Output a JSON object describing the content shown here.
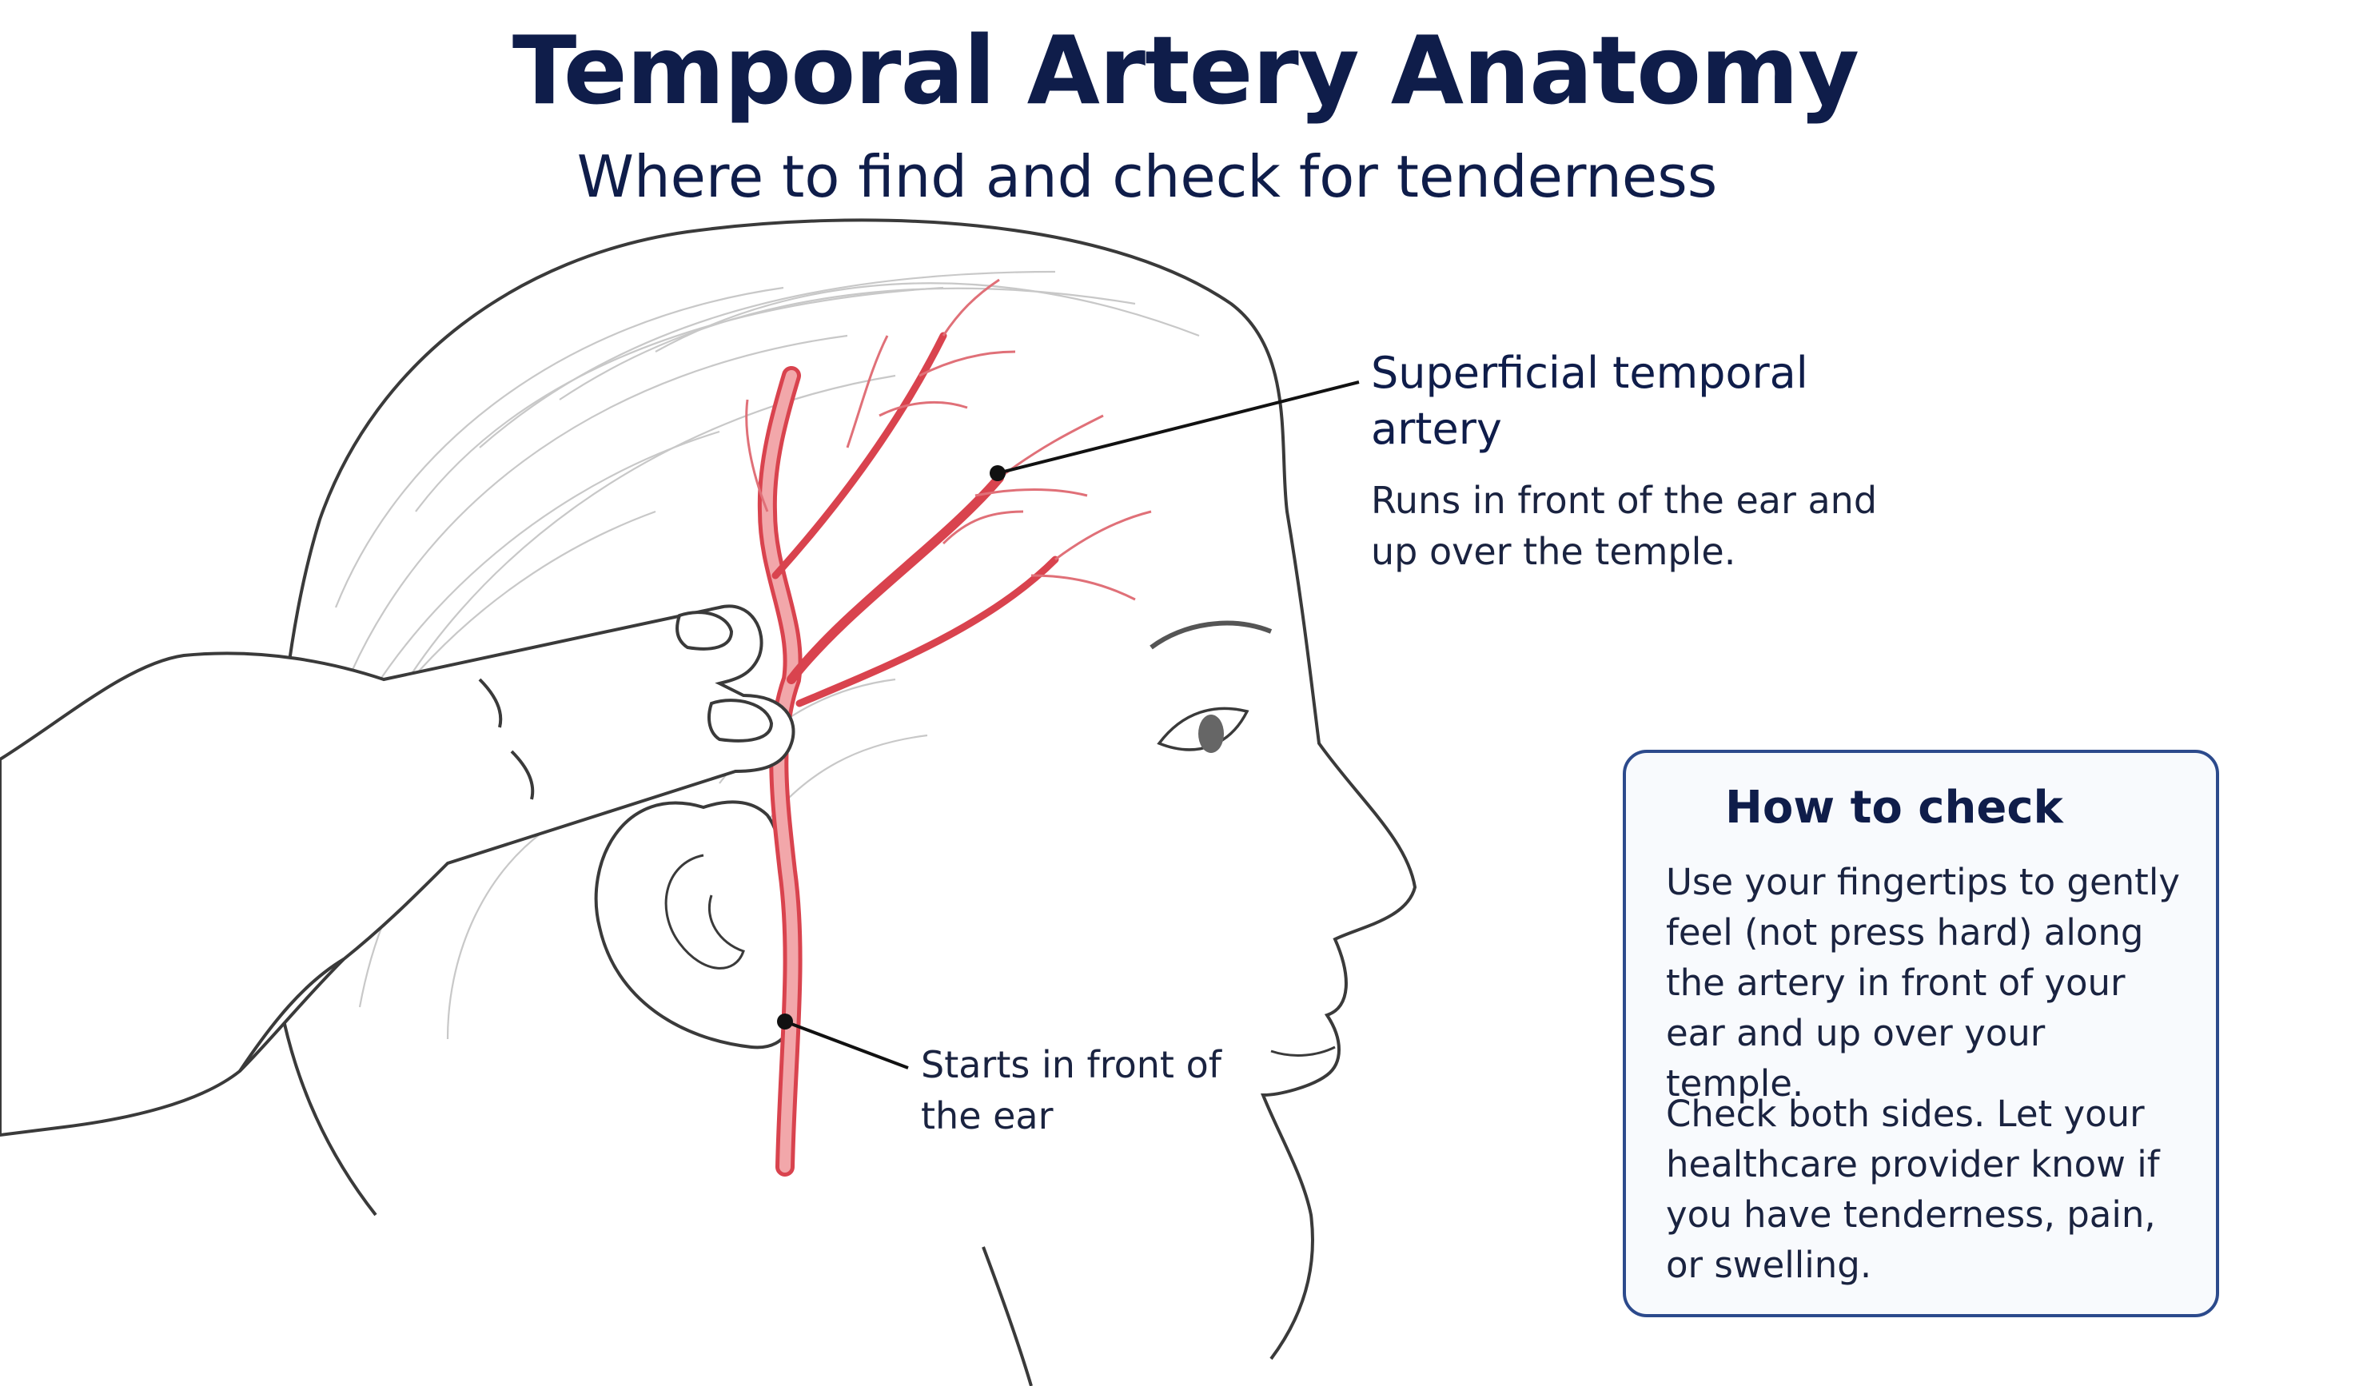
{
  "title": "Temporal Artery Anatomy",
  "subtitle": "Where to find and check for tenderness",
  "labels": {
    "artery_name": "Superficial temporal artery",
    "artery_description": "Runs in front of the ear and up over the temple.",
    "starts_label": "Starts in front of the ear"
  },
  "how_to_check": {
    "title": "How to check",
    "paragraph_1": "Use your fingertips to gently feel (not press hard) along the artery in front of your ear and up over your temple.",
    "paragraph_2": "Check both sides. Let your healthcare provider know if you have tenderness, pain, or swelling."
  },
  "colors": {
    "title_navy": "#0f1d4a",
    "artery_red": "#d9434e",
    "artery_fill": "#f2a7aa",
    "outline_gray": "#3a3a3a",
    "box_border": "#2c4a8c"
  },
  "icons": {
    "head": "head-profile-illustration",
    "hand": "hand-fingers-illustration"
  }
}
